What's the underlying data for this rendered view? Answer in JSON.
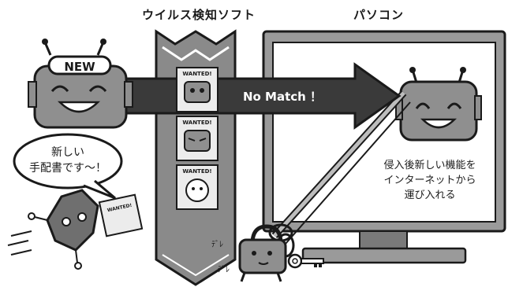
{
  "labels": {
    "antivirus": "ウイルス検知ソフト",
    "pc": "パソコン",
    "new_badge": "NEW",
    "no_match": "No Match ！",
    "wanted": "WANTED!",
    "wanted_small": "WANTED!",
    "sfx_1": "ﾃﾞﾚ",
    "sfx_2": "ﾃﾞﾚ"
  },
  "speech_bubble": {
    "line1": "新しい",
    "line2": "手配書です〜！"
  },
  "pc_screen_text": {
    "line1": "侵入後新しい機能を",
    "line2": "インターネットから",
    "line3": "運び入れる"
  },
  "colors": {
    "ink": "#1a1a1a",
    "gray_body": "#8f8f8f",
    "gray_dark": "#4a4a4a",
    "gray_light": "#dcdcdc",
    "arrow": "#3a3a3a",
    "banner": "#8a8a8a"
  },
  "icons": {
    "new_virus": "robot-virus-new",
    "antivirus_banner": "shield-banner",
    "pc_monitor": "monitor",
    "robot_in_pc": "robot-virus-inside",
    "padlock_key": "padlock-key"
  }
}
